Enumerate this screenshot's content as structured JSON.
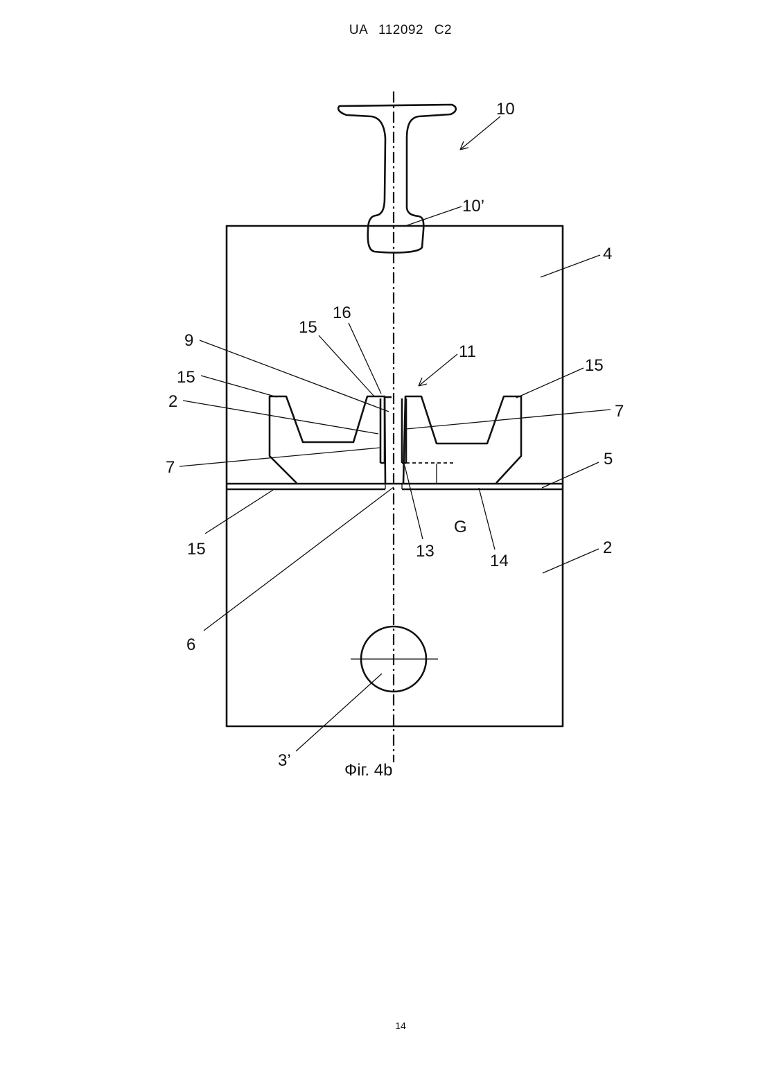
{
  "header": {
    "doc_id": "UA   112092   C2"
  },
  "figure": {
    "caption": "Фіг. 4b",
    "labels": {
      "l_10": "10",
      "l_10p": "10’",
      "l_4": "4",
      "l_16": "16",
      "l_15_top": "15",
      "l_11": "11",
      "l_9": "9",
      "l_15_left": "15",
      "l_15_right": "15",
      "l_2_left": "2",
      "l_7_right": "7",
      "l_7_left": "7",
      "l_5": "5",
      "l_G": "G",
      "l_15_bottom": "15",
      "l_13": "13",
      "l_14": "14",
      "l_2_right": "2",
      "l_6": "6",
      "l_3p": "3’"
    }
  },
  "footer": {
    "page_number": "14"
  }
}
